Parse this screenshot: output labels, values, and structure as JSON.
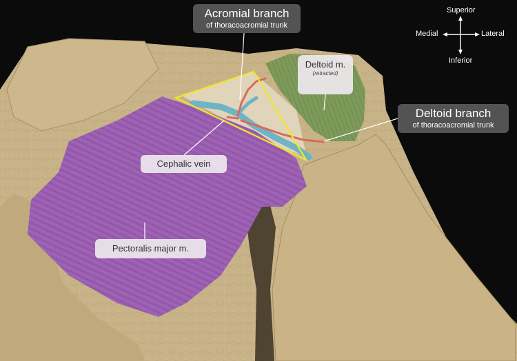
{
  "labels": {
    "acromial_branch": {
      "title": "Acromial branch",
      "subtitle": "of thoracoacromial trunk"
    },
    "deltoid_branch": {
      "title": "Deltoid branch",
      "subtitle": "of thoracoacromial trunk"
    },
    "deltoid_muscle": {
      "title": "Deltoid m.",
      "note": "(retracted)"
    },
    "cephalic_vein": "Cephalic vein",
    "pectoralis_major": "Pectoralis major m."
  },
  "compass": {
    "superior": "Superior",
    "inferior": "Inferior",
    "medial": "Medial",
    "lateral": "Lateral"
  },
  "colors": {
    "background": "#0b0b0c",
    "tissue": "#c9b48c",
    "pectoralis_overlay": "#9a5fb0",
    "deltoid_overlay": "#7f9a5c",
    "cephalic_vein": "#6fb4c4",
    "artery": "#d96a5a",
    "triangle_outline": "#f2e62a"
  }
}
